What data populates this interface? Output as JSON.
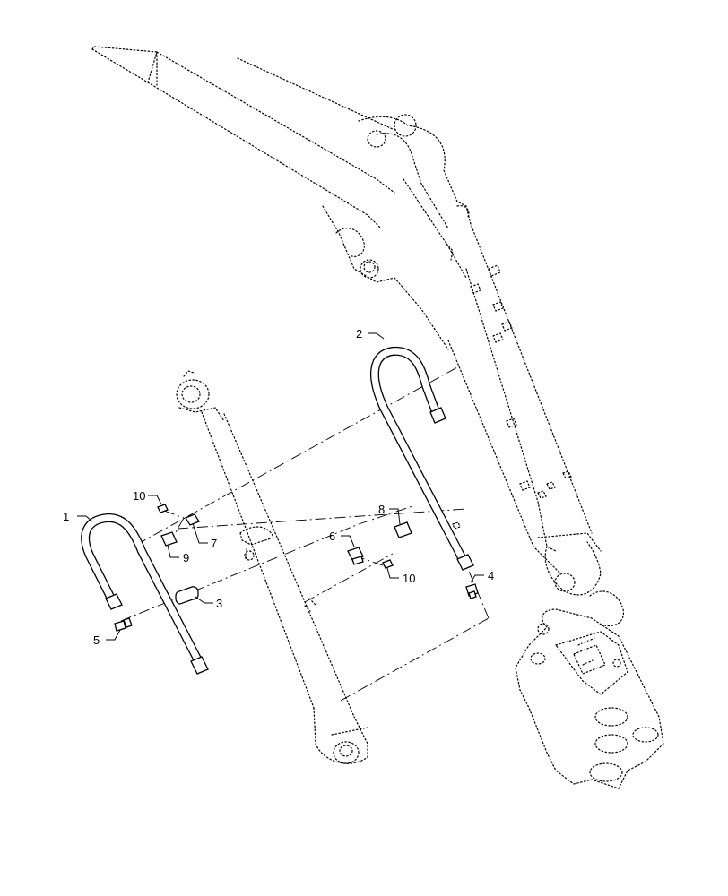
{
  "callouts": [
    {
      "id": "c1",
      "label": "1"
    },
    {
      "id": "c2",
      "label": "2"
    },
    {
      "id": "c3",
      "label": "3"
    },
    {
      "id": "c4",
      "label": "4"
    },
    {
      "id": "c5",
      "label": "5"
    },
    {
      "id": "c6",
      "label": "6"
    },
    {
      "id": "c7",
      "label": "7"
    },
    {
      "id": "c8",
      "label": "8"
    },
    {
      "id": "c9",
      "label": "9"
    },
    {
      "id": "c10a",
      "label": "10"
    },
    {
      "id": "c10b",
      "label": "10"
    }
  ]
}
